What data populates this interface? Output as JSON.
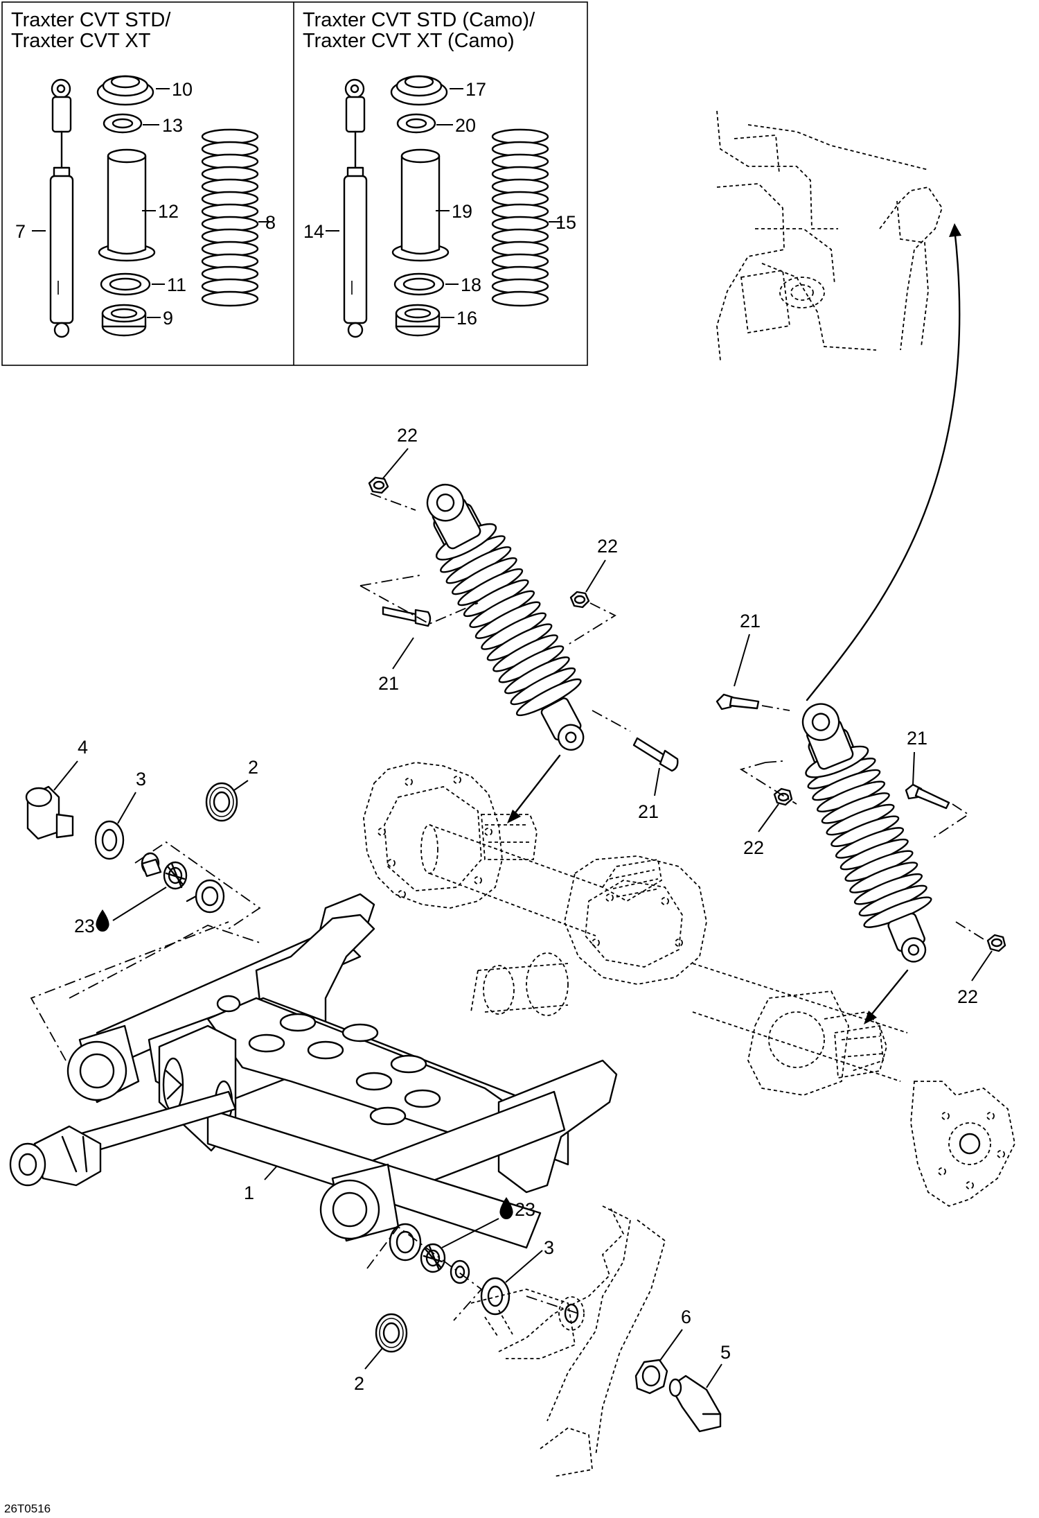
{
  "inset": {
    "left_title_line1": "Traxter CVT STD/",
    "left_title_line2": "Traxter CVT XT",
    "right_title_line1": "Traxter CVT STD (Camo)/",
    "right_title_line2": "Traxter CVT XT (Camo)"
  },
  "callouts": {
    "c1": "1",
    "c2a": "2",
    "c2b": "2",
    "c3a": "3",
    "c3b": "3",
    "c4": "4",
    "c5": "5",
    "c6": "6",
    "c7": "7",
    "c8": "8",
    "c9": "9",
    "c10": "10",
    "c11": "11",
    "c12": "12",
    "c13": "13",
    "c14": "14",
    "c15": "15",
    "c16": "16",
    "c17": "17",
    "c18": "18",
    "c19": "19",
    "c20": "20",
    "c21a": "21",
    "c21b": "21",
    "c21c": "21",
    "c21d": "21",
    "c22a": "22",
    "c22b": "22",
    "c22c": "22",
    "c22d": "22",
    "c23a": "23",
    "c23b": "23"
  },
  "drawing_code": "26T0516",
  "icons": {
    "lubricant": "oil-drop-icon"
  }
}
